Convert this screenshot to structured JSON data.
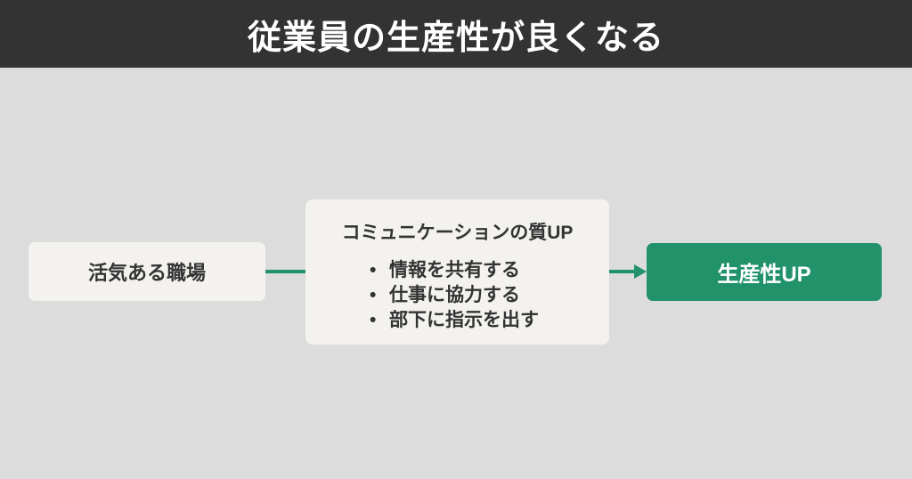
{
  "header": {
    "title": "従業員の生産性が良くなる"
  },
  "diagram": {
    "nodes": {
      "workplace": {
        "label": "活気ある職場"
      },
      "communication": {
        "title": "コミュニケーションの質UP",
        "bullet_glyph": "•",
        "bullets": [
          "情報を共有する",
          "仕事に協力する",
          "部下に指示を出す"
        ]
      },
      "productivity": {
        "label": "生産性UP"
      }
    },
    "flow": "workplace → communication → productivity",
    "colors": {
      "header_bg": "#333333",
      "header_text": "#ffffff",
      "page_bg": "#dcdcdc",
      "node_bg": "#f4f2ee",
      "accent_green": "#21926a",
      "text": "#333333"
    }
  }
}
